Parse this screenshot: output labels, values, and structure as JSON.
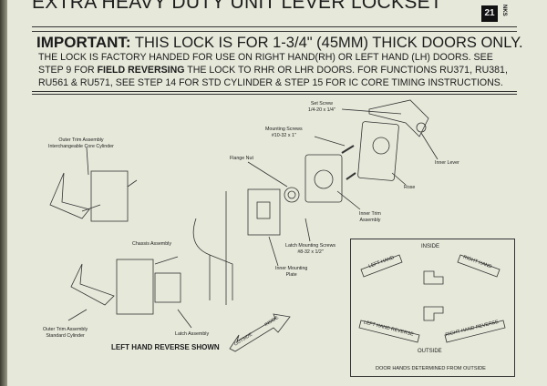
{
  "header": {
    "title": "EXTRA HEAVY DUTY UNIT LEVER LOCKSET",
    "logo_text": "NKS"
  },
  "notice": {
    "important_label": "IMPORTANT:",
    "important_text": "THIS LOCK IS FOR 1-3/4\" (45MM) THICK DOORS ONLY.",
    "line1": "THE LOCK IS FACTORY HANDED FOR USE ON RIGHT  HAND(RH) OR LEFT HAND (LH) DOORS.  SEE",
    "line2_pre": "STEP 9 FOR ",
    "line2_bold": "FIELD REVERSING",
    "line2_post": " THE LOCK TO RHR OR LHR DOORS.  FOR FUNCTIONS RU371, RU381,",
    "line3": "RU561 & RU571, SEE STEP 14 FOR STD CYLINDER & STEP 15 FOR IC CORE TIMING INSTRUCTIONS."
  },
  "diagram": {
    "set_screw": [
      "Set Screw",
      "1/4-20 x 1/4\""
    ],
    "mounting_screws": [
      "Mounting Screws",
      "#10-32 x 1\""
    ],
    "inner_lever": "Inner Lever",
    "flange_nut": "Flange Nut",
    "rose": "Rose",
    "inner_trim": [
      "Inner Trim",
      "Assembly"
    ],
    "outer_trim_ic": [
      "Outer Trim Assembly",
      "Interchangeable Core Cylinder"
    ],
    "chassis": "Chassis Assembly",
    "latch_screws": [
      "Latch Mounting Screws",
      "#8-32 x 1/2\""
    ],
    "inner_plate": [
      "Inner Mounting",
      "Plate"
    ],
    "outer_trim_std": [
      "Outer Trim Assembly",
      "Standard Cylinder"
    ],
    "latch": "Latch Assembly",
    "caption": "LEFT HAND REVERSE SHOWN",
    "arrow_outside": "OUTSIDE",
    "arrow_inside": "INSIDE"
  },
  "handing": {
    "inside": "INSIDE",
    "outside": "OUTSIDE",
    "left_hand": "LEFT HAND",
    "right_hand": "RIGHT HAND",
    "left_hand_reverse": "LEFT HAND REVERSE",
    "right_hand_reverse": "RIGHT HAND REVERSE",
    "footer": "DOOR HANDS DETERMINED FROM OUTSIDE"
  }
}
